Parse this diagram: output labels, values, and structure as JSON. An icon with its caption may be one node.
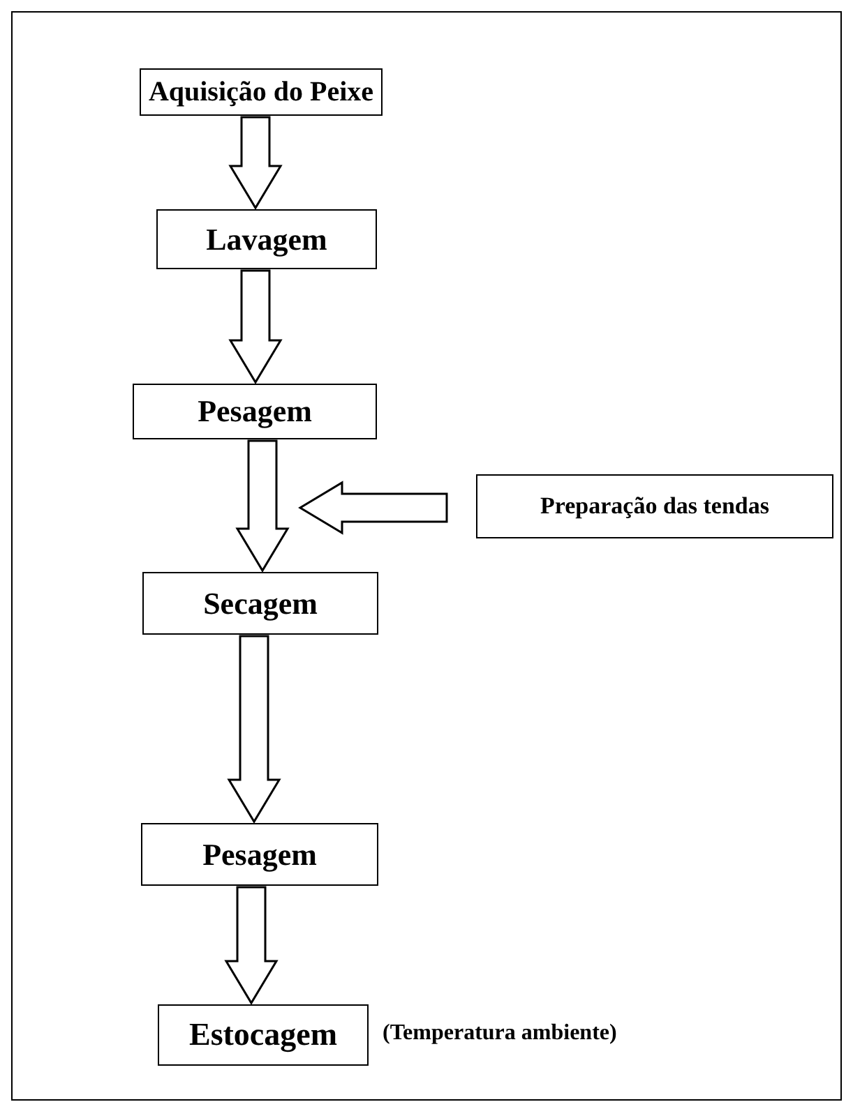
{
  "diagram": {
    "nodes": [
      {
        "text": [
          "Aquisição do Peixe"
        ]
      },
      {
        "text": [
          "Lavagem"
        ]
      },
      {
        "text": [
          "Pesagem"
        ]
      },
      {
        "text": [
          "Preparação das tendas"
        ]
      },
      {
        "text": [
          "Secagem"
        ]
      },
      {
        "text": [
          "Pesagem"
        ]
      },
      {
        "text": [
          "Estocagem"
        ],
        "beside": [
          "(Temperatura ambiente)"
        ]
      }
    ],
    "edges": [
      {
        "from": 0,
        "to": 1,
        "arrow": "to"
      },
      {
        "from": 1,
        "to": 2,
        "arrow": "to"
      },
      {
        "from": 2,
        "to": 4,
        "arrow": "to"
      },
      {
        "from": 3,
        "to": null,
        "arrow": "to"
      },
      {
        "from": 4,
        "to": 5,
        "arrow": "to"
      },
      {
        "from": 5,
        "to": 6,
        "arrow": "to"
      }
    ]
  }
}
